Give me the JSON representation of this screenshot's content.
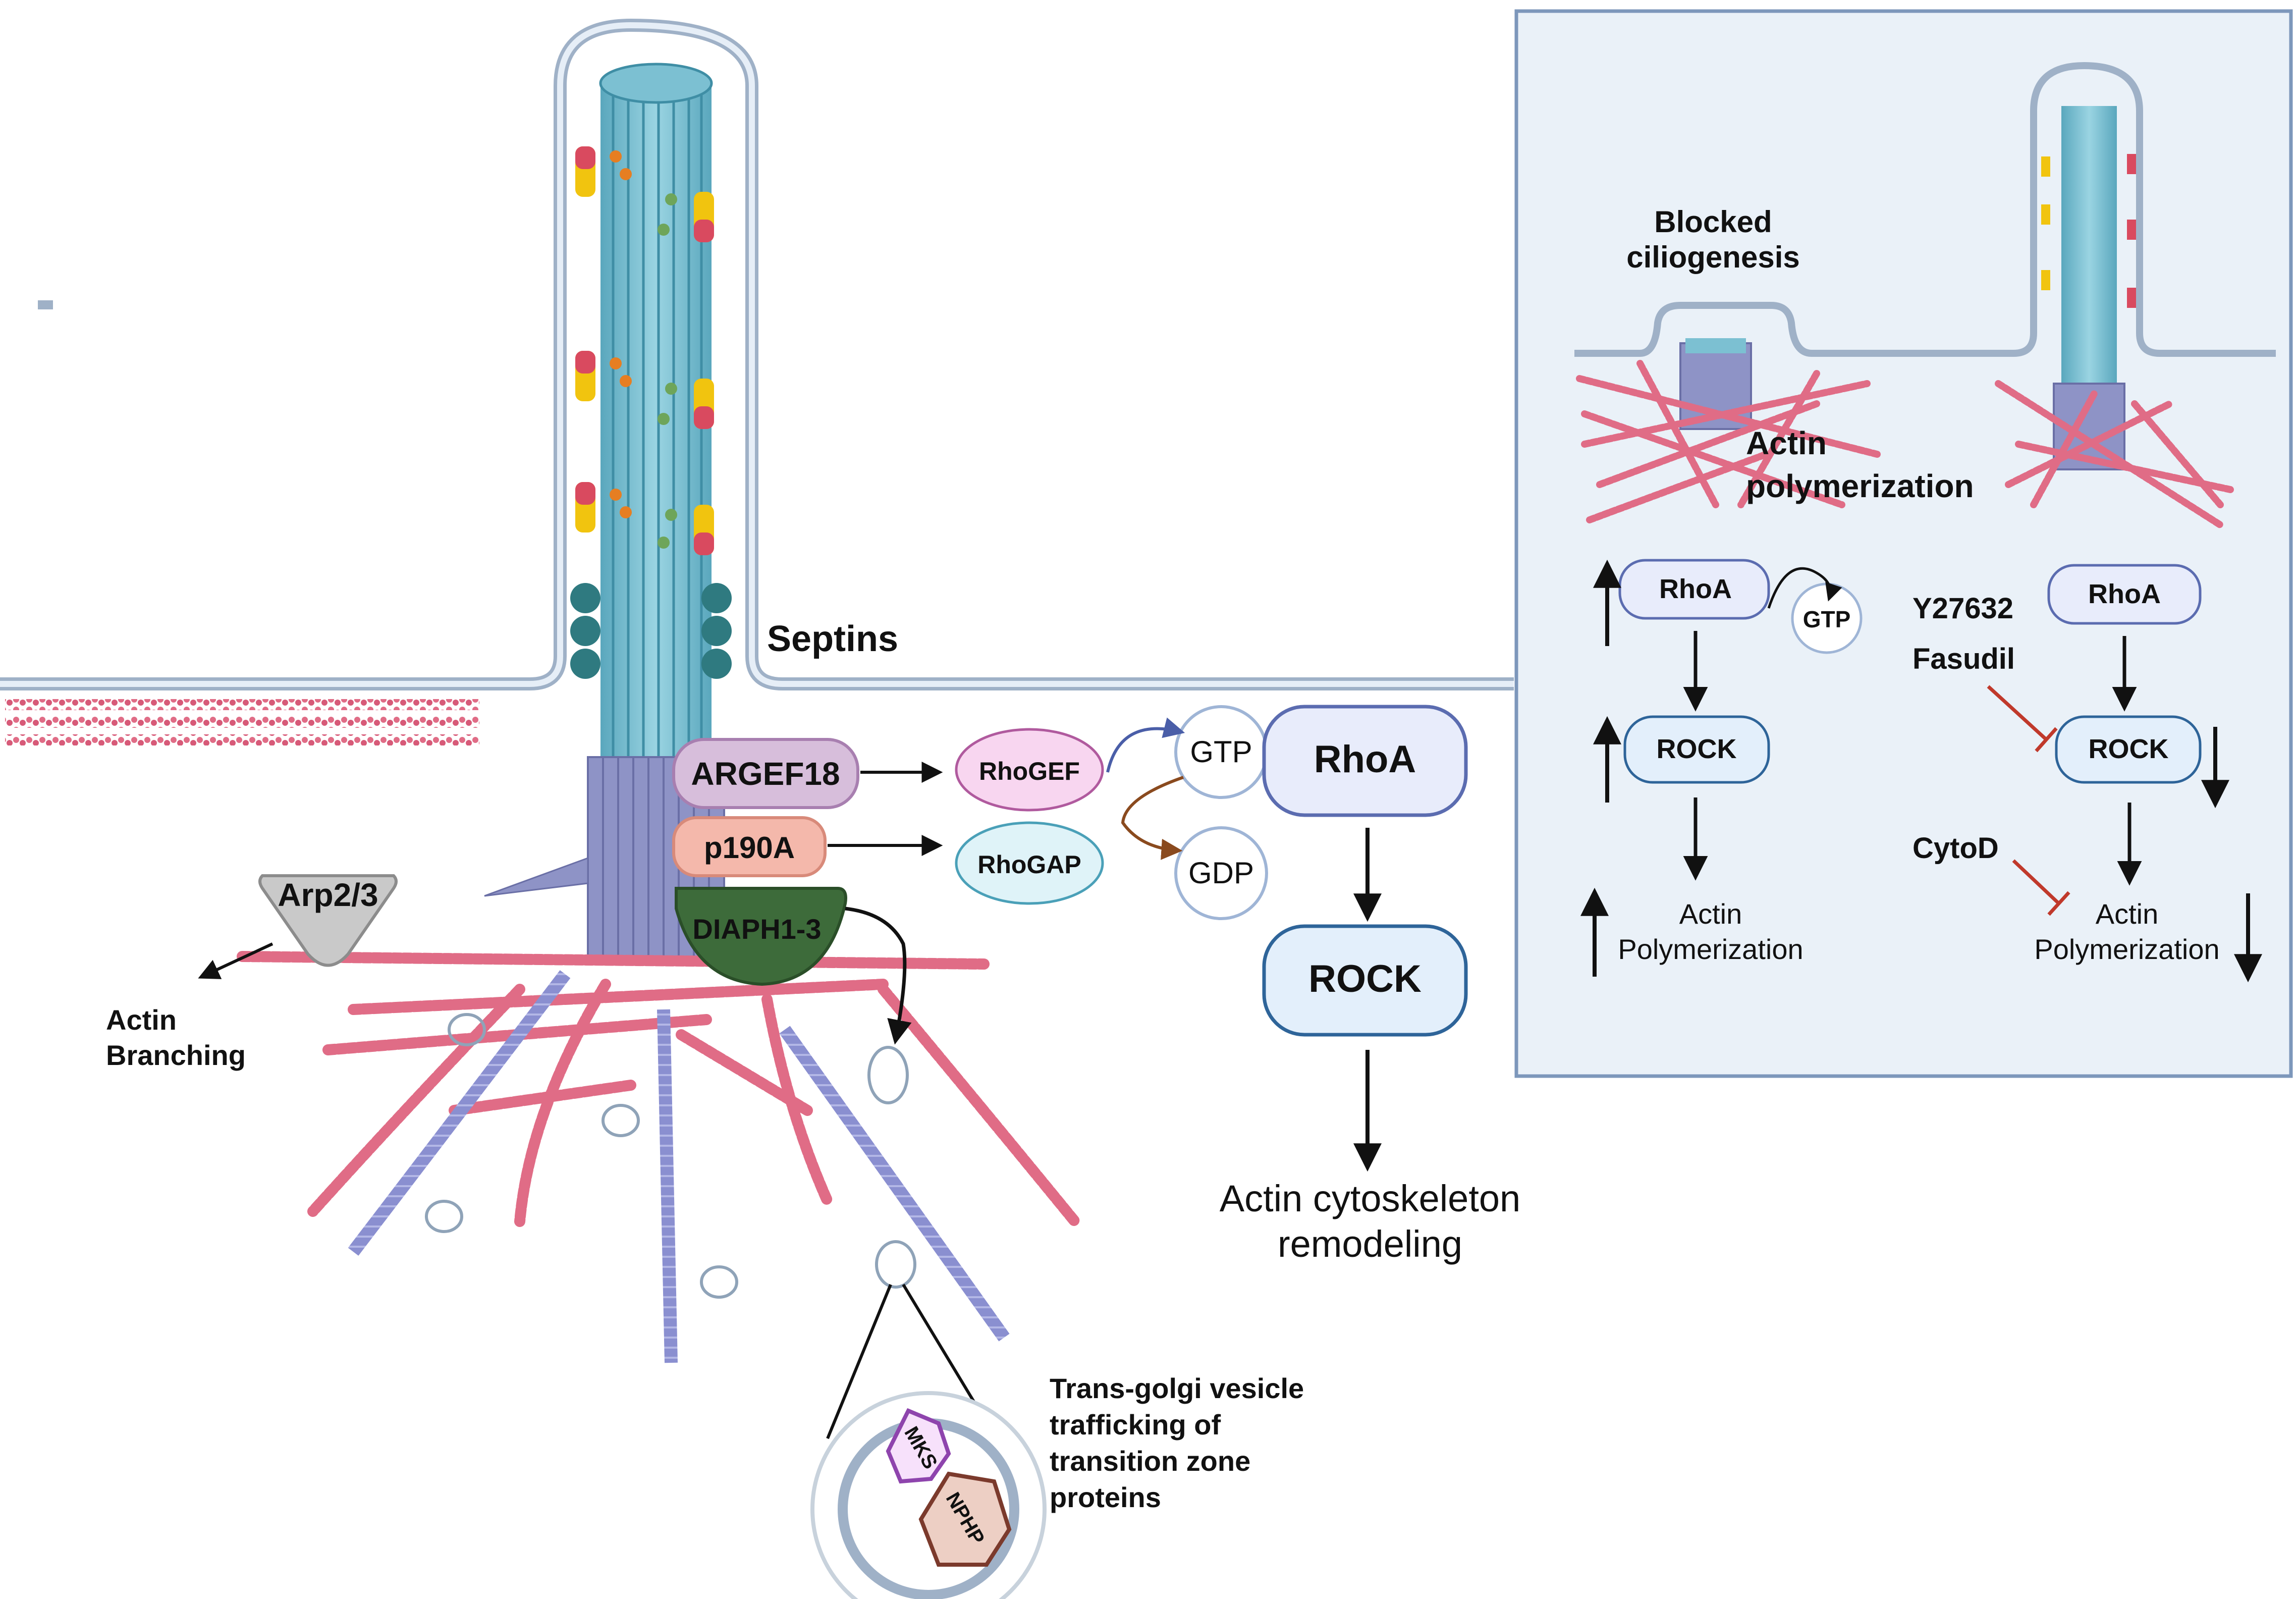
{
  "labels": {
    "septins": "Septins",
    "arp23": "Arp2/3",
    "actin_branching_1": "Actin",
    "actin_branching_2": "Branching",
    "argef18": "ARGEF18",
    "p190a": "p190A",
    "diaph": "DIAPH1-3",
    "rhogef": "RhoGEF",
    "rhogap": "RhoGAP",
    "gtp": "GTP",
    "gdp": "GDP",
    "rhoa": "RhoA",
    "rock": "ROCK",
    "remodel_1": "Actin cytoskeleton",
    "remodel_2": "remodeling",
    "vesicle_1": "Trans-golgi vesicle",
    "vesicle_2": "trafficking of",
    "vesicle_3": "transition zone",
    "vesicle_4": "proteins",
    "mks": "MKS",
    "nphp": "NPHP"
  },
  "inset": {
    "blocked_1": "Blocked",
    "blocked_2": "ciliogenesis",
    "actin_poly_1": "Actin",
    "actin_poly_2": "polymerization",
    "left_rhoa": "RhoA",
    "left_gtp": "GTP",
    "left_rock": "ROCK",
    "left_out_1": "Actin",
    "left_out_2": "Polymerization",
    "right_rhoa": "RhoA",
    "right_rock": "ROCK",
    "inhib_1": "Y27632",
    "inhib_2": "Fasudil",
    "inhib_3": "CytoD",
    "right_out_1": "Actin",
    "right_out_2": "Polymerization"
  },
  "colors": {
    "membrane": "#b8c6d8",
    "cilium": "#7cc0d2",
    "basal_body": "#8e93c6",
    "actin": "#e06c86",
    "septin": "#2f7a80",
    "microtubule": "#8a8fd0",
    "inhibit": "#c0392b",
    "inset_bg": "#eaf1f8",
    "inset_border": "#7d97bb"
  }
}
